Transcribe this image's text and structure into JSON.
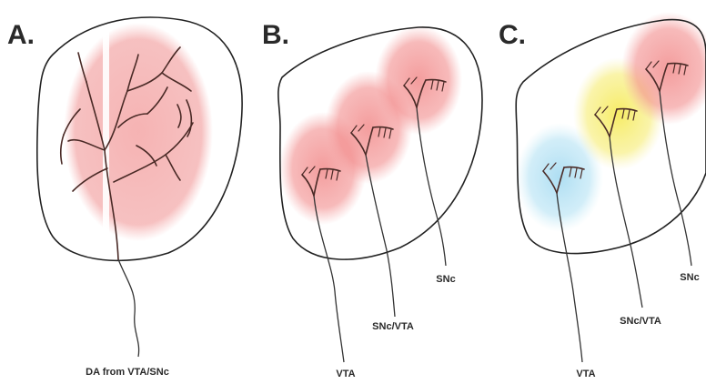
{
  "panels": [
    {
      "letter": "A.",
      "labels": [
        "DA from VTA/SNc"
      ]
    },
    {
      "letter": "B.",
      "labels": [
        "VTA",
        "SNc/VTA",
        "SNc"
      ]
    },
    {
      "letter": "C.",
      "labels": [
        "VTA",
        "SNc/VTA",
        "SNc"
      ]
    }
  ],
  "colors": {
    "field_red": "#f08a8a",
    "field_yellow": "#f6ea5a",
    "field_blue": "#9fd6ef",
    "dendrite": "#4a2a26",
    "outline": "#222222"
  }
}
